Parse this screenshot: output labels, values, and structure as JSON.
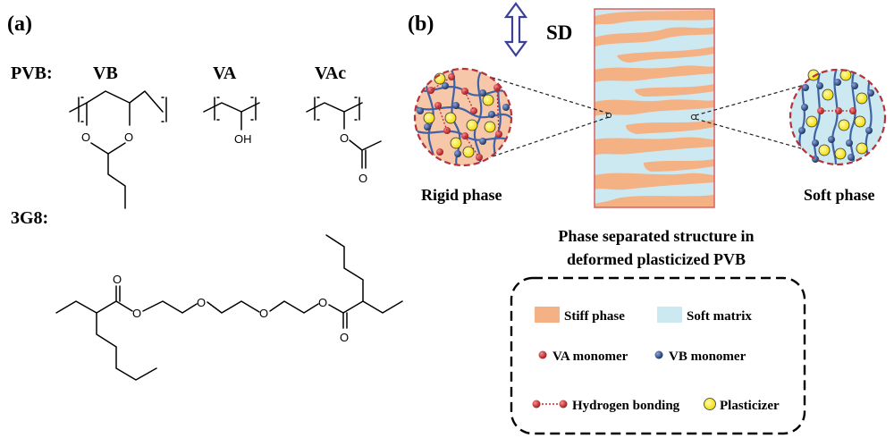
{
  "panel_a": {
    "label": "(a)",
    "pvb_label": "PVB:",
    "monomers": {
      "vb": "VB",
      "va": "VA",
      "vac": "VAc"
    },
    "atoms": {
      "o": "O",
      "oh": "OH"
    },
    "plasticizer_label": "3G8:"
  },
  "panel_b": {
    "label": "(b)",
    "sd_label": "SD",
    "rigid_label": "Rigid phase",
    "soft_label": "Soft phase",
    "caption_line1": "Phase separated structure in",
    "caption_line2": "deformed plasticized PVB"
  },
  "legend": {
    "stiff": "Stiff phase",
    "soft_matrix": "Soft matrix",
    "va_monomer": "VA monomer",
    "vb_monomer": "VB monomer",
    "hbond": "Hydrogen bonding",
    "plasticizer": "Plasticizer"
  },
  "colors": {
    "stiff": "#f4b184",
    "soft": "#cce8f1",
    "va": "#c0272d",
    "vb": "#2f4e8c",
    "plasticizer": "#f7e618",
    "chain": "#3f62a6",
    "dashed_border": "#b5323a",
    "arrow": "#3b3f97"
  }
}
